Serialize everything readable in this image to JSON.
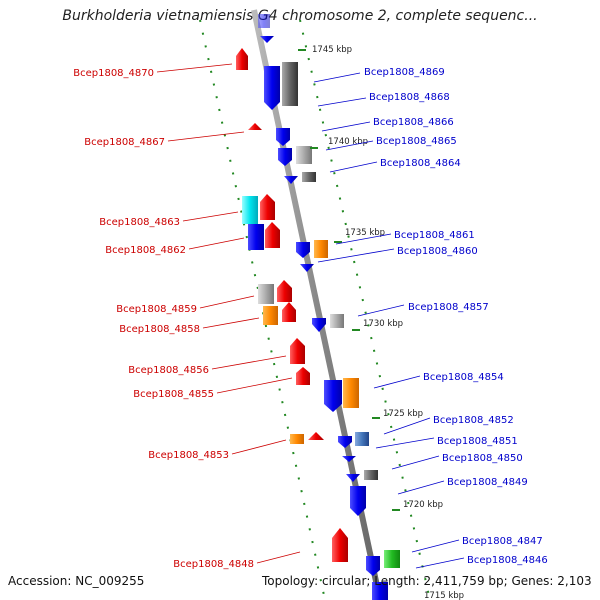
{
  "title": "Burkholderia vietnamiensis G4 chromosome 2, complete sequenc...",
  "footer": {
    "accession": "Accession: NC_009255",
    "topology": "Topology: circular; Length: 2,411,759 bp; Genes: 2,103"
  },
  "ticks": [
    "1745 kbp",
    "1740 kbp",
    "1735 kbp",
    "1730 kbp",
    "1725 kbp",
    "1720 kbp",
    "1715 kbp"
  ],
  "genes_left": [
    "Bcep1808_4870",
    "Bcep1808_4867",
    "Bcep1808_4863",
    "Bcep1808_4862",
    "Bcep1808_4859",
    "Bcep1808_4858",
    "Bcep1808_4856",
    "Bcep1808_4855",
    "Bcep1808_4853",
    "Bcep1808_4848"
  ],
  "genes_right": [
    "Bcep1808_4869",
    "Bcep1808_4868",
    "Bcep1808_4866",
    "Bcep1808_4865",
    "Bcep1808_4864",
    "Bcep1808_4861",
    "Bcep1808_4860",
    "Bcep1808_4857",
    "Bcep1808_4854",
    "Bcep1808_4852",
    "Bcep1808_4851",
    "Bcep1808_4850",
    "Bcep1808_4849",
    "Bcep1808_4847",
    "Bcep1808_4846"
  ],
  "colors": {
    "forward_strand": "#dd0000",
    "reverse_strand": "#0000ee",
    "backbone": "#888888",
    "tick": "#228822",
    "grey_gene": "#999999",
    "orange_gene": "#ff8800",
    "cyan_gene": "#00e5ee",
    "green_gene": "#22bb22"
  }
}
